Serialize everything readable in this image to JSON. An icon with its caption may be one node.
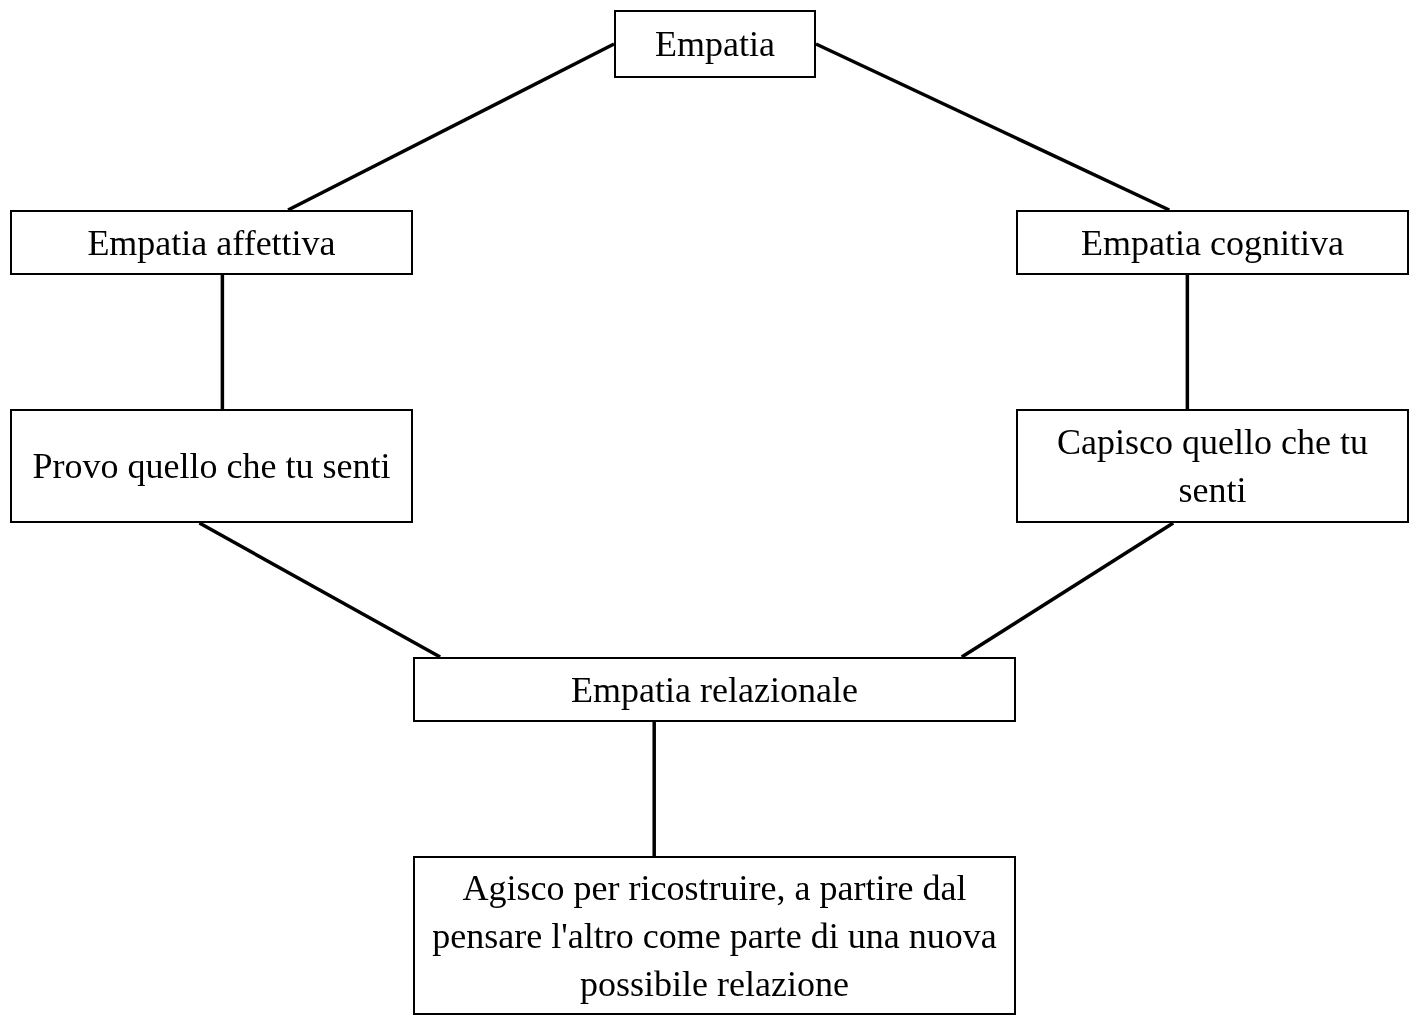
{
  "diagram": {
    "nodes": [
      {
        "text": [
          "Empatia"
        ]
      },
      {
        "text": [
          "Empatia affettiva"
        ]
      },
      {
        "text": [
          "Empatia cognitiva"
        ]
      },
      {
        "text": [
          "Provo quello che tu senti"
        ]
      },
      {
        "text": [
          "Capisco quello che tu senti"
        ]
      },
      {
        "text": [
          "Empatia relazionale"
        ]
      },
      {
        "text": [
          "Agisco per ricostruire, a partire dal pensare l'altro come parte di una nuova possibile relazione"
        ]
      }
    ],
    "edges": [
      {
        "from": 0,
        "to": 1,
        "arrow": "none"
      },
      {
        "from": 0,
        "to": 2,
        "arrow": "none"
      },
      {
        "from": 1,
        "to": 3,
        "arrow": "none"
      },
      {
        "from": 2,
        "to": 4,
        "arrow": "none"
      },
      {
        "from": 3,
        "to": 5,
        "arrow": "none"
      },
      {
        "from": 4,
        "to": 5,
        "arrow": "none"
      },
      {
        "from": 5,
        "to": 6,
        "arrow": "none"
      }
    ]
  }
}
